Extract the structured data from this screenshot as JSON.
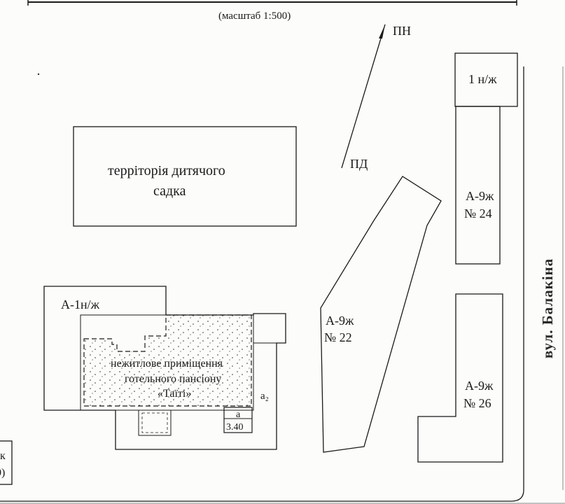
{
  "scale_label": "(масштаб 1:500)",
  "north": {
    "north_label": "ПН",
    "south_label": "ПД"
  },
  "buildings": {
    "b1": {
      "label": "1 н/ж"
    },
    "b24": {
      "type": "А-9ж",
      "number": "№ 24"
    },
    "b22": {
      "type": "А-9ж",
      "number": "№ 22"
    },
    "b26": {
      "type": "А-9ж",
      "number": "№ 26"
    },
    "a1": {
      "label": "А-1н/ж"
    }
  },
  "kindergarten": {
    "line1": "терріторія дитячого",
    "line2": "садка"
  },
  "hotel": {
    "line1": "нежитлове приміщення",
    "line2": "готельного пансіону",
    "line3": "«Таїті»"
  },
  "annex": {
    "a2_label": "а₂",
    "a_label": "а",
    "size": "3.40"
  },
  "street": {
    "label": "вул. Балакіна"
  },
  "edge": {
    "top_char": "к",
    "bottom_char": "0)"
  },
  "colors": {
    "line": "#1a1a1a",
    "paper": "#fcfcfa"
  }
}
